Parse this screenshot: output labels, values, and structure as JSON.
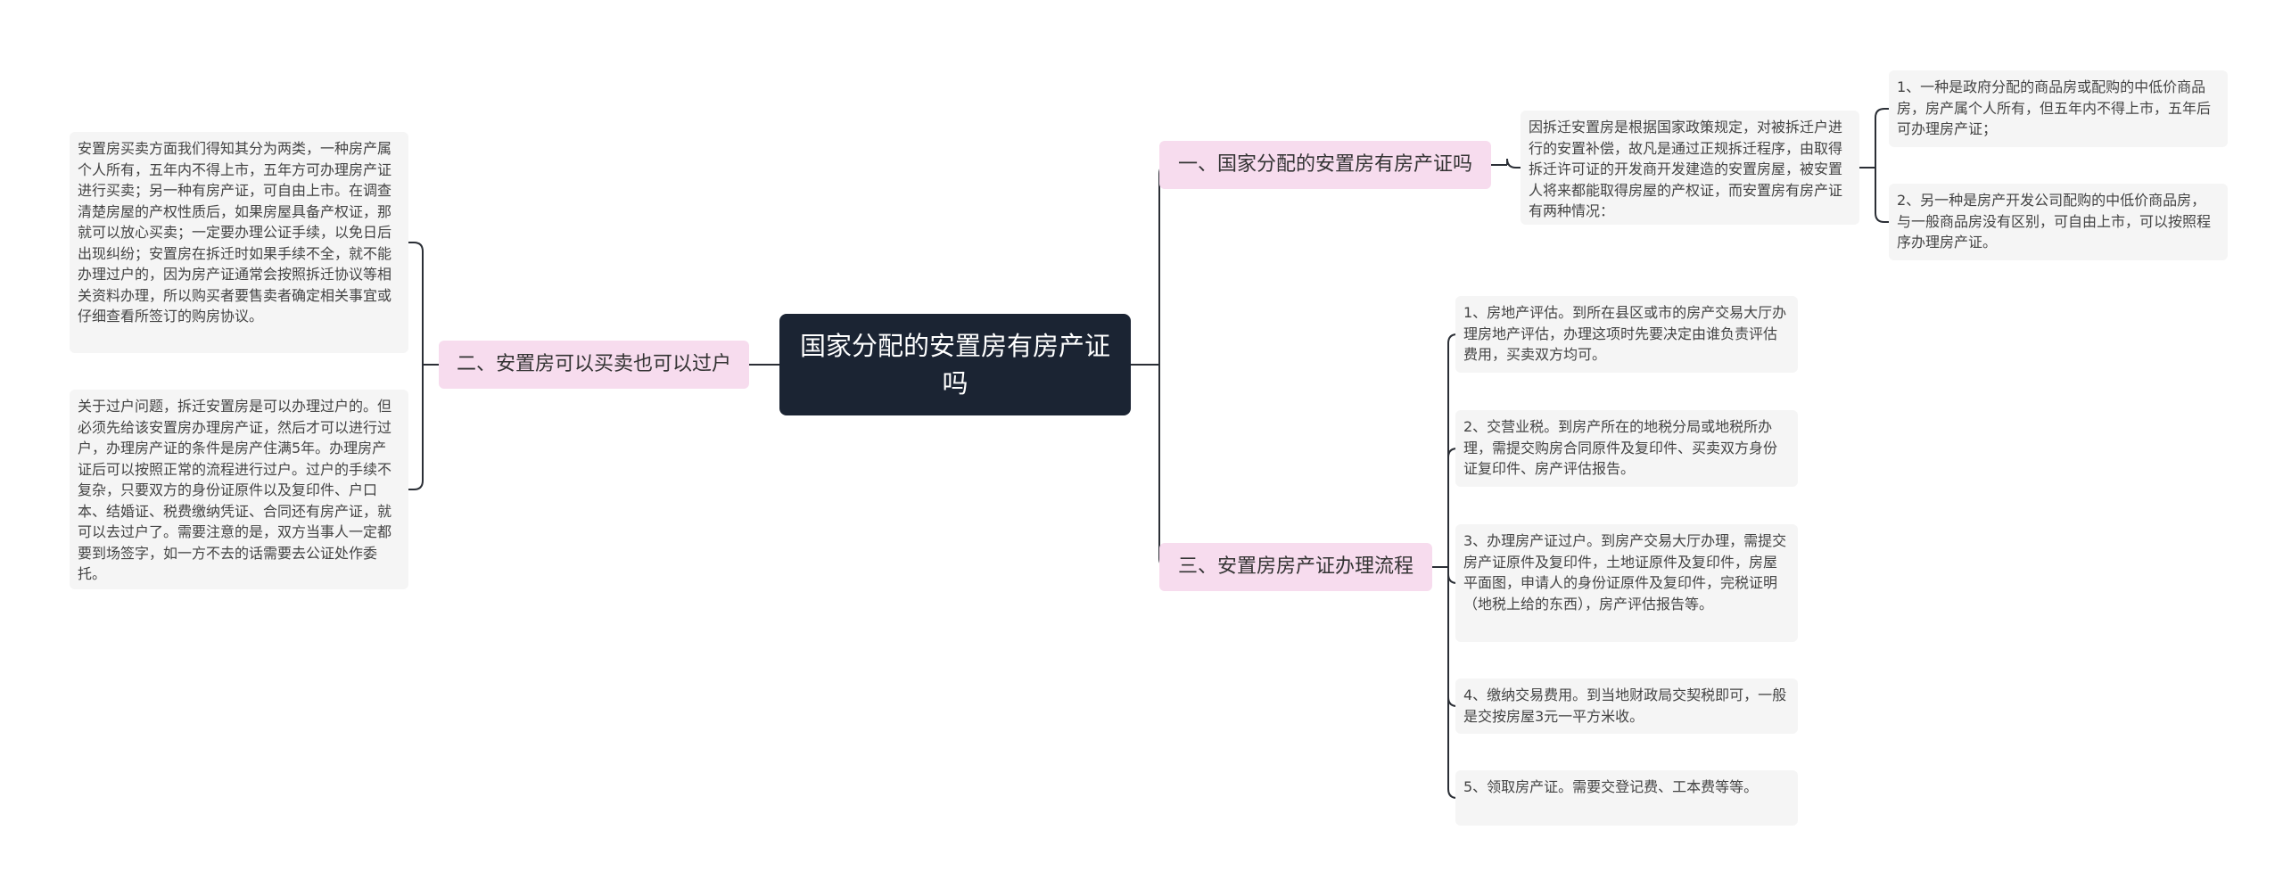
{
  "root": {
    "title": "国家分配的安置房有房产证吗"
  },
  "branches": [
    {
      "label": "一、国家分配的安置房有房产证吗",
      "intro": "因拆迁安置房是根据国家政策规定，对被拆迁户进行的安置补偿，故凡是通过正规拆迁程序，由取得拆迁许可证的开发商开发建造的安置房屋，被安置人将来都能取得房屋的产权证，而安置房有房产证有两种情况：",
      "children": [
        "1、一种是政府分配的商品房或配购的中低价商品房，房产属个人所有，但五年内不得上市，五年后可办理房产证；",
        "2、另一种是房产开发公司配购的中低价商品房，与一般商品房没有区别，可自由上市，可以按照程序办理房产证。"
      ]
    },
    {
      "label": "二、安置房可以买卖也可以过户",
      "children": [
        "安置房买卖方面我们得知其分为两类，一种房产属个人所有，五年内不得上市，五年方可办理房产证进行买卖；另一种有房产证，可自由上市。在调查清楚房屋的产权性质后，如果房屋具备产权证，那就可以放心买卖；一定要办理公证手续，以免日后出现纠纷；安置房在拆迁时如果手续不全，就不能办理过户的，因为房产证通常会按照拆迁协议等相关资料办理，所以购买者要售卖者确定相关事宜或仔细查看所签订的购房协议。",
        "关于过户问题，拆迁安置房是可以办理过户的。但必须先给该安置房办理房产证，然后才可以进行过户，办理房产证的条件是房产住满5年。办理房产证后可以按照正常的流程进行过户。过户的手续不复杂，只要双方的身份证原件以及复印件、户口本、结婚证、税费缴纳凭证、合同还有房产证，就可以去过户了。需要注意的是，双方当事人一定都要到场签字，如一方不去的话需要去公证处作委托。"
      ]
    },
    {
      "label": "三、安置房房产证办理流程",
      "children": [
        "1、房地产评估。到所在县区或市的房产交易大厅办理房地产评估，办理这项时先要决定由谁负责评估费用，买卖双方均可。",
        "2、交营业税。到房产所在的地税分局或地税所办理，需提交购房合同原件及复印件、买卖双方身份证复印件、房产评估报告。",
        "3、办理房产证过户。到房产交易大厅办理，需提交房产证原件及复印件，土地证原件及复印件，房屋平面图，申请人的身份证原件及复印件，完税证明（地税上给的东西），房产评估报告等。",
        "4、缴纳交易费用。到当地财政局交契税即可，一般是交按房屋3元一平方米收。",
        "5、领取房产证。需要交登记费、工本费等等。"
      ]
    }
  ],
  "colors": {
    "root_bg": "#1b2433",
    "branch_bg": "#f7dcee",
    "leaf_bg": "#f5f5f5",
    "connector": "#2b2f36"
  }
}
